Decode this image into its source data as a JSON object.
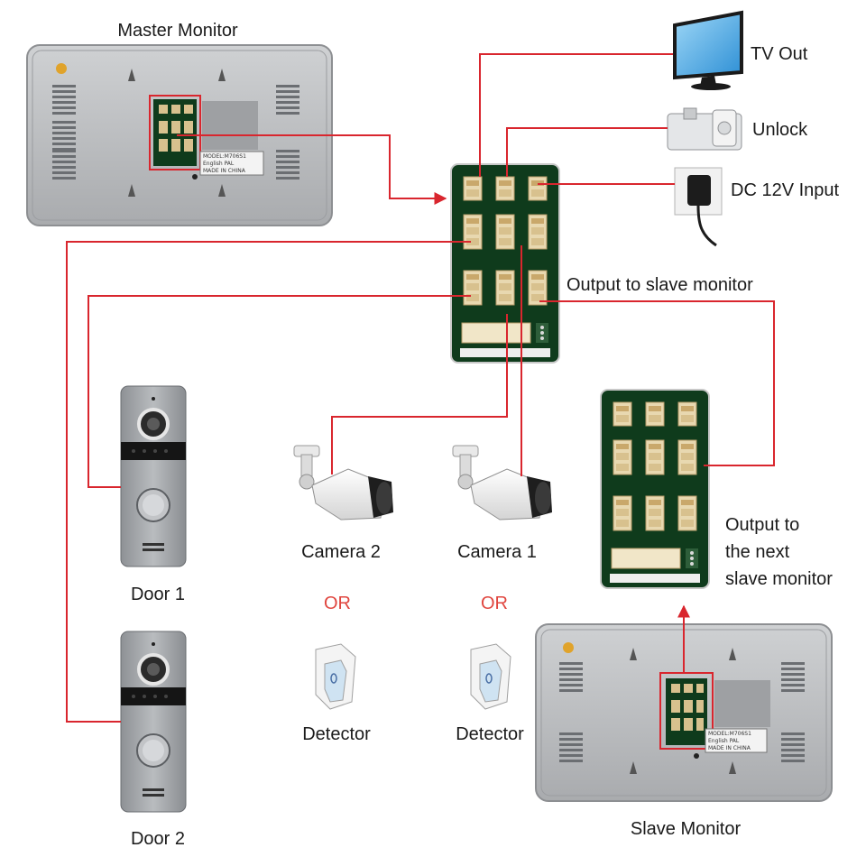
{
  "labels": {
    "master_monitor": "Master Monitor",
    "tv_out": "TV Out",
    "unlock": "Unlock",
    "dc_input": "DC 12V Input",
    "output_slave": "Output to slave monitor",
    "output_next_1": "Output to",
    "output_next_2": "the next",
    "output_next_3": "slave monitor",
    "camera2": "Camera 2",
    "camera1": "Camera 1",
    "door1": "Door 1",
    "door2": "Door 2",
    "or": "OR",
    "detector": "Detector",
    "slave_monitor": "Slave Monitor"
  },
  "monitor_sticker": [
    "MODEL:M706S1",
    "English PAL",
    "MADE IN CHINA"
  ],
  "colors": {
    "wire": "#d9262e",
    "or_text": "#e0463f",
    "pcb": "#0f3b1c",
    "monitor": "#b7b9bc"
  },
  "icons": [
    "tv-icon",
    "door-lock-icon",
    "power-adapter-icon",
    "bullet-camera-icon",
    "pir-detector-icon",
    "door-station-icon",
    "pcb-board-icon"
  ]
}
